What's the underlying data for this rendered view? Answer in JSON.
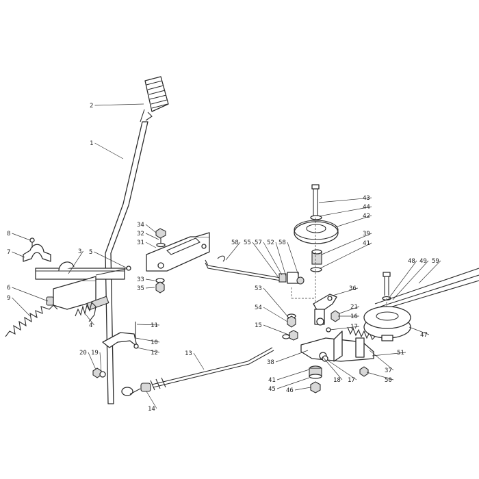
{
  "callouts": [
    {
      "id": "c1",
      "label": "1"
    },
    {
      "id": "c2",
      "label": "2"
    },
    {
      "id": "c3",
      "label": "3"
    },
    {
      "id": "c4",
      "label": "4"
    },
    {
      "id": "c5",
      "label": "5"
    },
    {
      "id": "c6",
      "label": "6"
    },
    {
      "id": "c7",
      "label": "7"
    },
    {
      "id": "c8",
      "label": "8"
    },
    {
      "id": "c9",
      "label": "9"
    },
    {
      "id": "c10",
      "label": "10"
    },
    {
      "id": "c11",
      "label": "11"
    },
    {
      "id": "c12",
      "label": "12"
    },
    {
      "id": "c13",
      "label": "13"
    },
    {
      "id": "c14",
      "label": "14"
    },
    {
      "id": "c15",
      "label": "15"
    },
    {
      "id": "c16",
      "label": "16"
    },
    {
      "id": "c17a",
      "label": "17"
    },
    {
      "id": "c17b",
      "label": "17"
    },
    {
      "id": "c18",
      "label": "18"
    },
    {
      "id": "c19",
      "label": "19"
    },
    {
      "id": "c20",
      "label": "20"
    },
    {
      "id": "c21",
      "label": "21"
    },
    {
      "id": "c31",
      "label": "31"
    },
    {
      "id": "c32",
      "label": "32"
    },
    {
      "id": "c33",
      "label": "33"
    },
    {
      "id": "c34",
      "label": "34"
    },
    {
      "id": "c35",
      "label": "35"
    },
    {
      "id": "c36",
      "label": "36"
    },
    {
      "id": "c37",
      "label": "37"
    },
    {
      "id": "c38",
      "label": "38"
    },
    {
      "id": "c39",
      "label": "39"
    },
    {
      "id": "c41a",
      "label": "41"
    },
    {
      "id": "c41b",
      "label": "41"
    },
    {
      "id": "c42",
      "label": "42"
    },
    {
      "id": "c43",
      "label": "43"
    },
    {
      "id": "c44",
      "label": "44"
    },
    {
      "id": "c45",
      "label": "45"
    },
    {
      "id": "c46",
      "label": "46"
    },
    {
      "id": "c47",
      "label": "47"
    },
    {
      "id": "c48",
      "label": "48"
    },
    {
      "id": "c49",
      "label": "49"
    },
    {
      "id": "c50",
      "label": "50"
    },
    {
      "id": "c51",
      "label": "51"
    },
    {
      "id": "c52",
      "label": "52"
    },
    {
      "id": "c53",
      "label": "53"
    },
    {
      "id": "c54",
      "label": "54"
    },
    {
      "id": "c55",
      "label": "55"
    },
    {
      "id": "c57",
      "label": "57"
    },
    {
      "id": "c58a",
      "label": "58"
    },
    {
      "id": "c58b",
      "label": "58"
    },
    {
      "id": "c59",
      "label": "59"
    }
  ]
}
